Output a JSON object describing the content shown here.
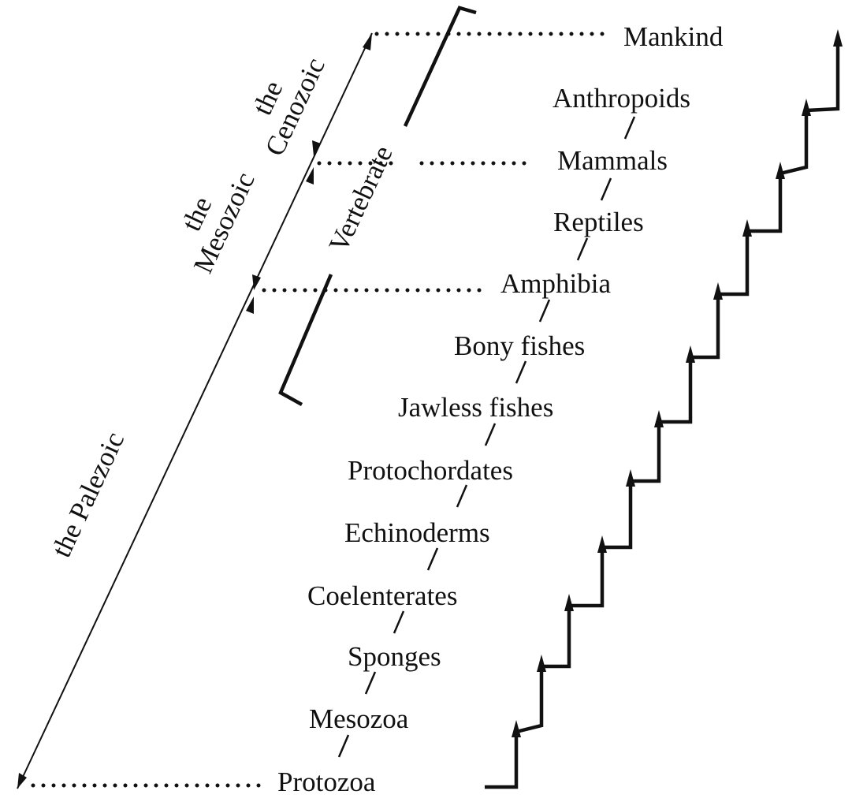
{
  "taxa": [
    "Mankind",
    "Anthropoids",
    "Mammals",
    "Reptiles",
    "Amphibia",
    "Bony fishes",
    "Jawless fishes",
    "Protochordates",
    "Echinoderms",
    "Coelenterates",
    "Sponges",
    "Mesozoa",
    "Protozoa"
  ],
  "eras": {
    "cenozoic": [
      "the",
      "Cenozoic"
    ],
    "mesozoic": [
      "the",
      "Mesozoic"
    ],
    "palezoic": "the Palezoic"
  },
  "bracket_label": "Vertebrate",
  "colors": {
    "ink": "#111111",
    "background": "#ffffff"
  }
}
